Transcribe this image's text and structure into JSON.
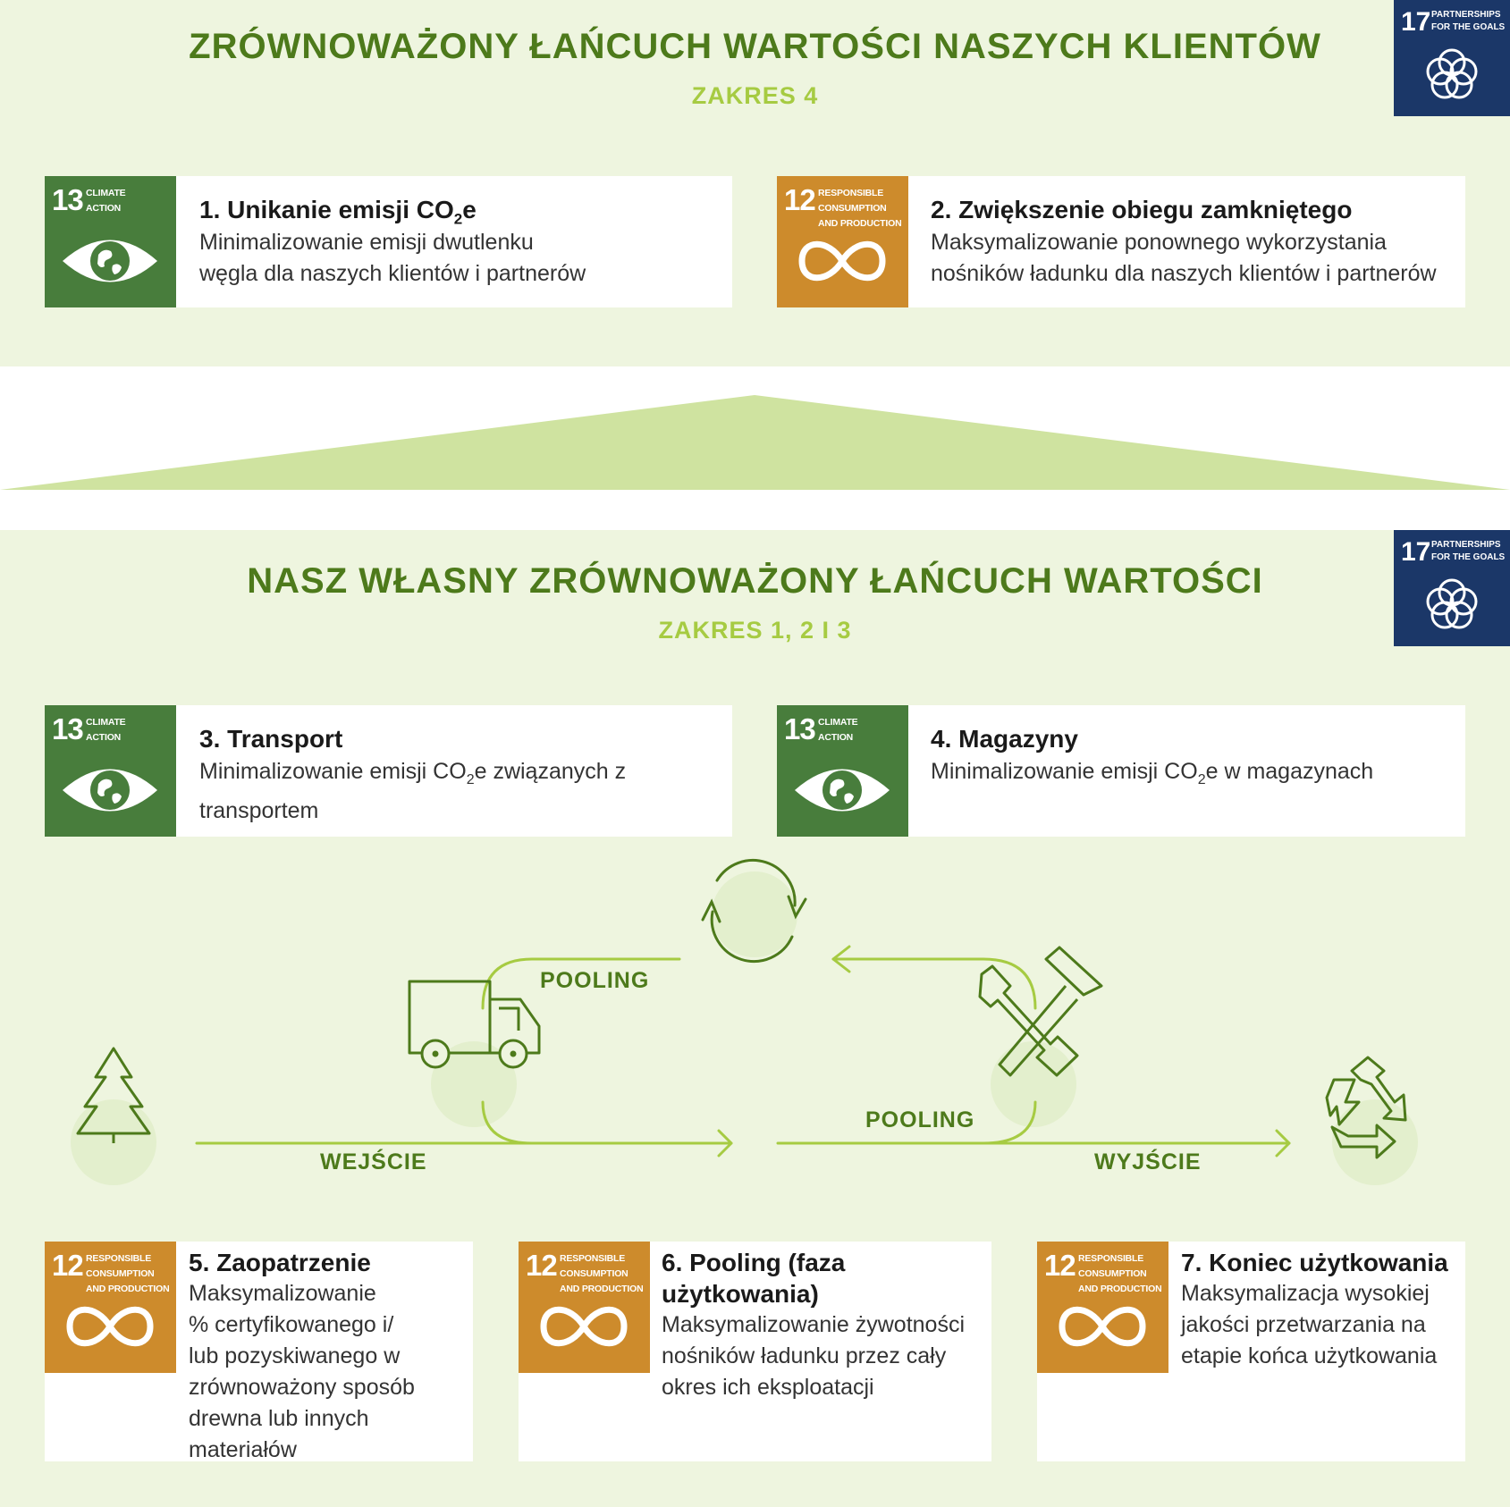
{
  "scope4": {
    "title": "ZRÓWNOWAŻONY ŁAŃCUCH WARTOŚCI NASZYCH KLIENTÓW",
    "subtitle": "ZAKRES 4",
    "partnership_badge": {
      "number": "17",
      "label_line1": "PARTNERSHIPS",
      "label_line2": "FOR THE GOALS",
      "icon": "partnership-flower-icon"
    },
    "cards": [
      {
        "title_main": "1. Unikanie emisji CO",
        "title_sub": "2",
        "title_end": "e",
        "desc_line1": "Minimalizowanie emisji dwutlenku",
        "desc_line2": "węgla dla naszych klientów i partnerów",
        "badge": {
          "number": "13",
          "label_line1": "CLIMATE",
          "label_line2": "ACTION",
          "icon": "climate-eye-globe-icon"
        }
      },
      {
        "title": "2. Zwiększenie obiegu zamkniętego",
        "desc_line1": "Maksymalizowanie ponownego wykorzystania",
        "desc_line2": "nośników ładunku dla naszych klientów i partnerów",
        "badge": {
          "number": "12",
          "label_line1": "RESPONSIBLE",
          "label_line2": "CONSUMPTION",
          "label_line3": "AND PRODUCTION",
          "icon": "infinity-icon"
        }
      }
    ]
  },
  "scope123": {
    "title": "NASZ WŁASNY ZRÓWNOWAŻONY ŁAŃCUCH WARTOŚCI",
    "subtitle": "ZAKRES 1, 2 I 3",
    "partnership_badge": {
      "number": "17",
      "label_line1": "PARTNERSHIPS",
      "label_line2": "FOR THE GOALS",
      "icon": "partnership-flower-icon"
    },
    "cards_top": [
      {
        "title": "3. Transport",
        "desc_a": "Minimalizowanie emisji CO",
        "desc_sub": "2",
        "desc_b": "e związanych z",
        "desc_line2": "transportem",
        "badge": {
          "number": "13",
          "label_line1": "CLIMATE",
          "label_line2": "ACTION",
          "icon": "climate-eye-globe-icon"
        }
      },
      {
        "title": "4. Magazyny",
        "desc_a": "Minimalizowanie emisji CO",
        "desc_sub": "2",
        "desc_b": "e w magazynach",
        "badge": {
          "number": "13",
          "label_line1": "CLIMATE",
          "label_line2": "ACTION",
          "icon": "climate-eye-globe-icon"
        }
      }
    ],
    "flow": {
      "pooling_top": "POOLING",
      "pooling_bottom": "POOLING",
      "input": "WEJŚCIE",
      "output": "WYJŚCIE",
      "icons": [
        "tree-icon",
        "truck-icon",
        "refresh-cycle-icon",
        "tools-icon",
        "recycle-icon"
      ],
      "line_color": "#a6cb42",
      "icon_color": "#4d7a1b"
    },
    "cards_bottom": [
      {
        "title": "5. Zaopatrzenie",
        "desc_lines": [
          "Maksymalizowanie",
          "% certyfikowanego i/",
          "lub pozyskiwanego w",
          "zrównoważony sposób",
          "drewna lub innych",
          "materiałów"
        ],
        "badge": {
          "number": "12",
          "label_line1": "RESPONSIBLE",
          "label_line2": "CONSUMPTION",
          "label_line3": "AND PRODUCTION",
          "icon": "infinity-icon"
        }
      },
      {
        "title_lines": [
          "6. Pooling (faza",
          "użytkowania)"
        ],
        "desc_lines": [
          "Maksymalizowanie żywotności",
          "nośników ładunku przez cały",
          "okres ich eksploatacji"
        ],
        "badge": {
          "number": "12",
          "label_line1": "RESPONSIBLE",
          "label_line2": "CONSUMPTION",
          "label_line3": "AND PRODUCTION",
          "icon": "infinity-icon"
        }
      },
      {
        "title": "7. Koniec użytkowania",
        "desc_lines": [
          "Maksymalizacja wysokiej",
          "jakości przetwarzania na",
          "etapie końca użytkowania"
        ],
        "badge": {
          "number": "12",
          "label_line1": "RESPONSIBLE",
          "label_line2": "CONSUMPTION",
          "label_line3": "AND PRODUCTION",
          "icon": "infinity-icon"
        }
      }
    ]
  },
  "colors": {
    "sdg13": "#487d3c",
    "sdg12": "#cd8b2c",
    "sdg17": "#1b3768",
    "title_green": "#4d7a1b",
    "subtitle_green": "#a6cb42",
    "panel_bg": "#eef5df",
    "roof": "#cfe3a0"
  }
}
